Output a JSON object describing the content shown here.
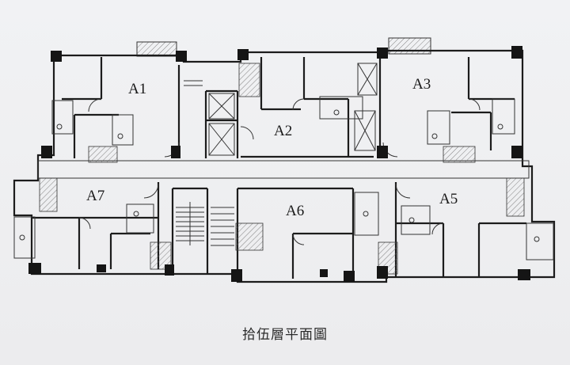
{
  "drawing_title": "拾伍層平面圖",
  "units": [
    {
      "id": "A1",
      "label": "A1"
    },
    {
      "id": "A2",
      "label": "A2"
    },
    {
      "id": "A3",
      "label": "A3"
    },
    {
      "id": "A5",
      "label": "A5"
    },
    {
      "id": "A6",
      "label": "A6"
    },
    {
      "id": "A7",
      "label": "A7"
    }
  ],
  "colors": {
    "wall": "#1c1c1c",
    "paper": "#efeff1",
    "hatch": "#555555"
  }
}
